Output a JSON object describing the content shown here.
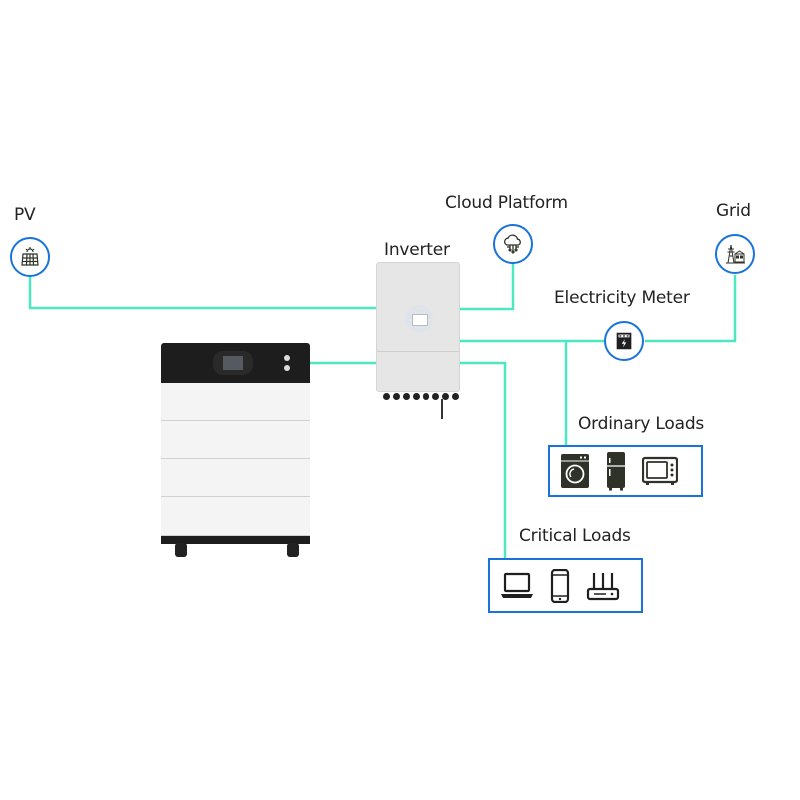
{
  "diagram": {
    "title": "Hybrid Energy Storage System Wiring",
    "colors": {
      "wire": "#4de8c0",
      "node_border": "#1a73d9",
      "icon": "#2f3228",
      "text": "#222222"
    },
    "nodes": {
      "pv": {
        "label": "PV",
        "icon": "solar-panel-icon"
      },
      "cloud": {
        "label": "Cloud Platform",
        "icon": "cloud-network-icon"
      },
      "inverter": {
        "label": "Inverter"
      },
      "grid": {
        "label": "Grid",
        "icon": "power-tower-icon"
      },
      "meter": {
        "label": "Electricity Meter",
        "icon": "electric-meter-icon"
      },
      "battery": {
        "label": ""
      }
    },
    "loads": {
      "ordinary": {
        "label": "Ordinary Loads",
        "items": [
          "washing-machine-icon",
          "refrigerator-icon",
          "microwave-icon"
        ]
      },
      "critical": {
        "label": "Critical Loads",
        "items": [
          "laptop-icon",
          "smartphone-icon",
          "router-icon"
        ]
      }
    },
    "connections": [
      [
        "pv",
        "inverter"
      ],
      [
        "cloud",
        "inverter"
      ],
      [
        "inverter",
        "meter"
      ],
      [
        "meter",
        "grid"
      ],
      [
        "meter",
        "ordinary_loads"
      ],
      [
        "inverter",
        "critical_loads"
      ],
      [
        "battery",
        "inverter"
      ]
    ]
  }
}
